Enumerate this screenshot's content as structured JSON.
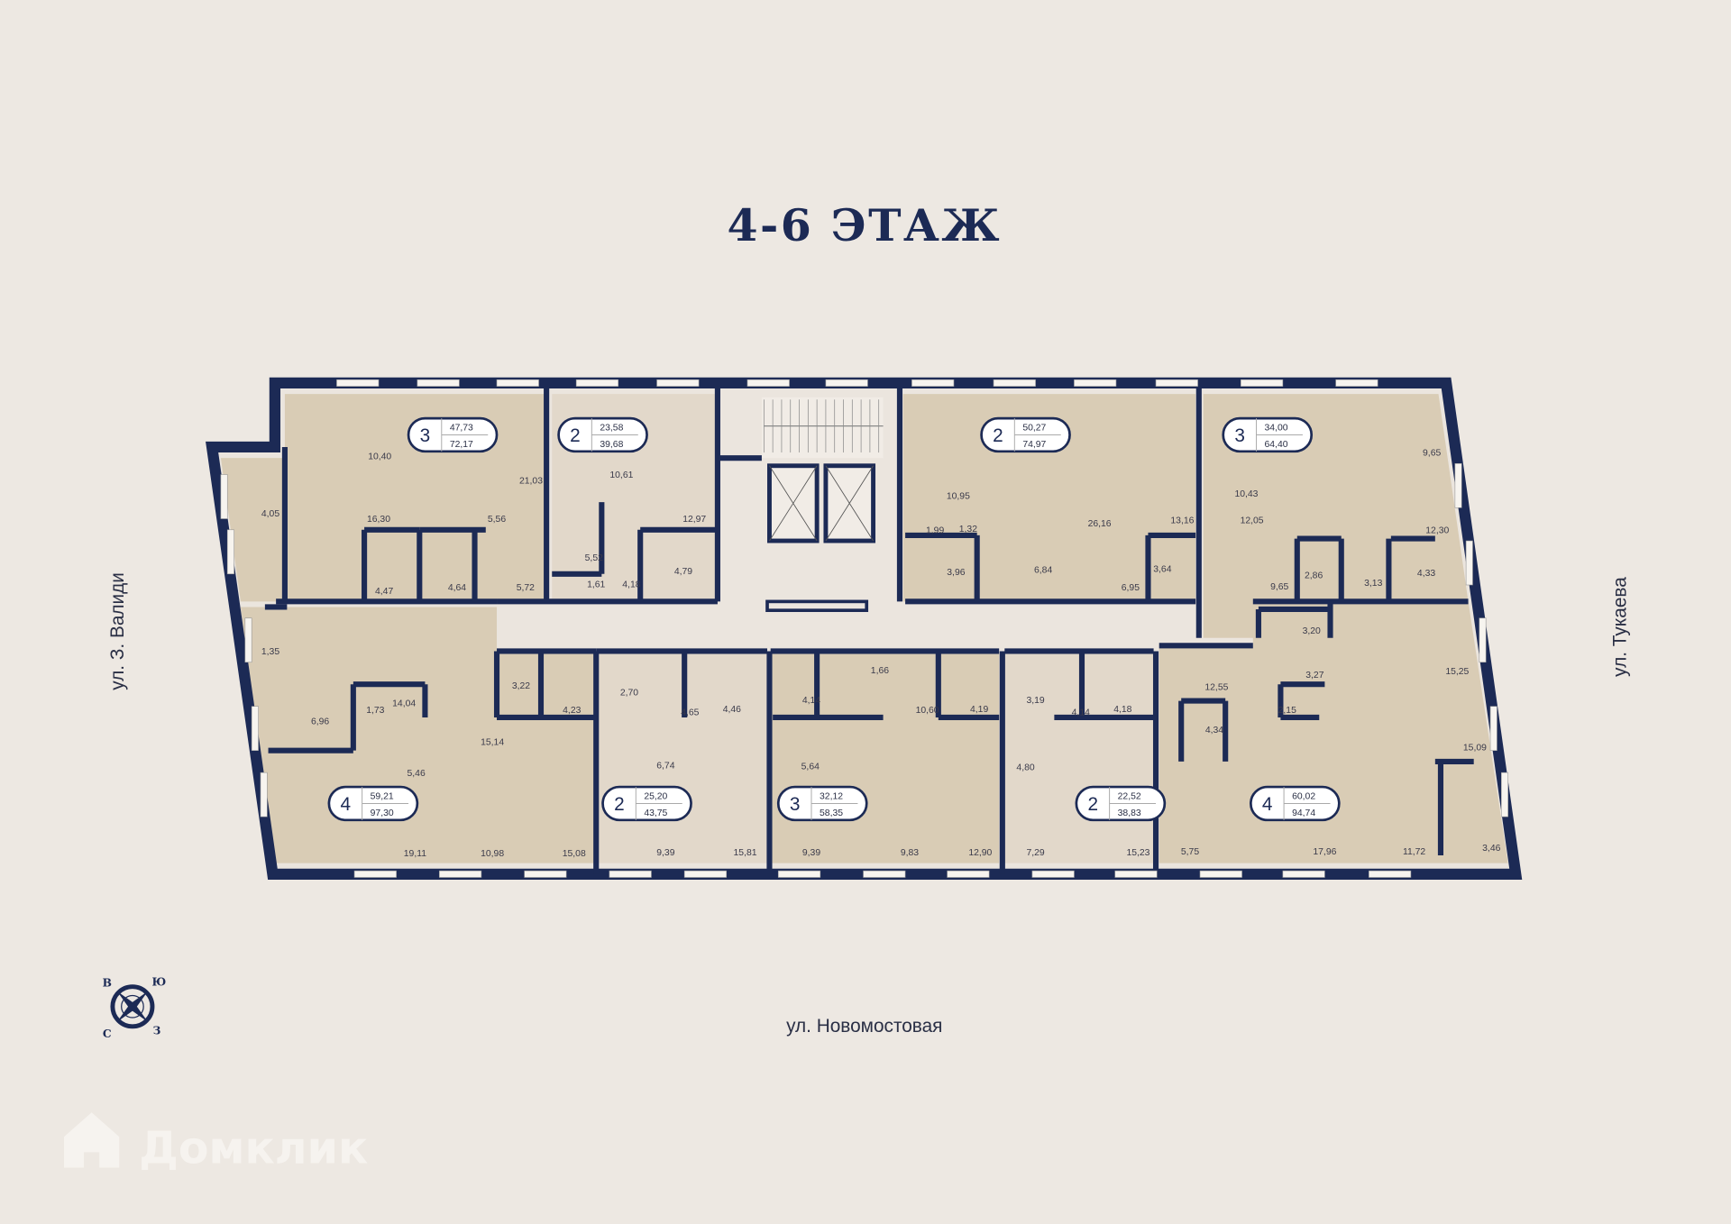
{
  "title": "4-6 ЭТАЖ",
  "streets": {
    "left": "ул. З. Валиди",
    "right": "ул. Тукаева",
    "bottom": "ул. Новомостовая"
  },
  "compass": {
    "top_left": "В",
    "top_right": "Ю",
    "bottom_left": "С",
    "bottom_right": "З"
  },
  "watermark": "Домклик",
  "colors": {
    "wall": "#1c2a55",
    "apartment_fill": "#d9ccb5",
    "apartment_fill_light": "#e2d8ca",
    "corridor": "#ebe5de",
    "background": "#ede8e2"
  },
  "apartments": [
    {
      "rooms": "3",
      "living_area": "47,73",
      "total_area": "72,17",
      "room_areas": [
        "10,40",
        "21,03",
        "4,05",
        "16,30",
        "5,56",
        "4,47",
        "4,64",
        "5,72"
      ]
    },
    {
      "rooms": "2",
      "living_area": "23,58",
      "total_area": "39,68",
      "room_areas": [
        "10,61",
        "12,97",
        "5,52",
        "1,61",
        "4,18",
        "4,79"
      ]
    },
    {
      "rooms": "2",
      "living_area": "50,27",
      "total_area": "74,97",
      "room_areas": [
        "10,95",
        "1,99",
        "1,32",
        "26,16",
        "13,16",
        "3,96",
        "6,84",
        "6,95",
        "3,64"
      ]
    },
    {
      "rooms": "3",
      "living_area": "34,00",
      "total_area": "64,40",
      "room_areas": [
        "9,65",
        "10,43",
        "12,05",
        "12,30",
        "2,86",
        "9,65",
        "3,13",
        "4,33"
      ]
    },
    {
      "rooms": "4",
      "living_area": "59,21",
      "total_area": "97,30",
      "room_areas": [
        "1,35",
        "14,04",
        "1,73",
        "6,96",
        "15,14",
        "5,46",
        "19,11",
        "10,98",
        "15,08",
        "3,22",
        "4,23"
      ]
    },
    {
      "rooms": "2",
      "living_area": "25,20",
      "total_area": "43,75",
      "room_areas": [
        "2,70",
        "4,65",
        "6,74",
        "9,39",
        "15,81",
        "4,46"
      ]
    },
    {
      "rooms": "3",
      "living_area": "32,12",
      "total_area": "58,35",
      "room_areas": [
        "4,14",
        "1,66",
        "10,60",
        "5,64",
        "9,39",
        "9,83",
        "12,90",
        "4,19"
      ]
    },
    {
      "rooms": "2",
      "living_area": "22,52",
      "total_area": "38,83",
      "room_areas": [
        "3,19",
        "4,14",
        "4,18",
        "4,80",
        "7,29",
        "15,23"
      ]
    },
    {
      "rooms": "4",
      "living_area": "60,02",
      "total_area": "94,74",
      "room_areas": [
        "3,20",
        "3,27",
        "12,55",
        "2,15",
        "4,34",
        "15,25",
        "15,09",
        "5,75",
        "17,96",
        "11,72",
        "3,46"
      ]
    }
  ]
}
